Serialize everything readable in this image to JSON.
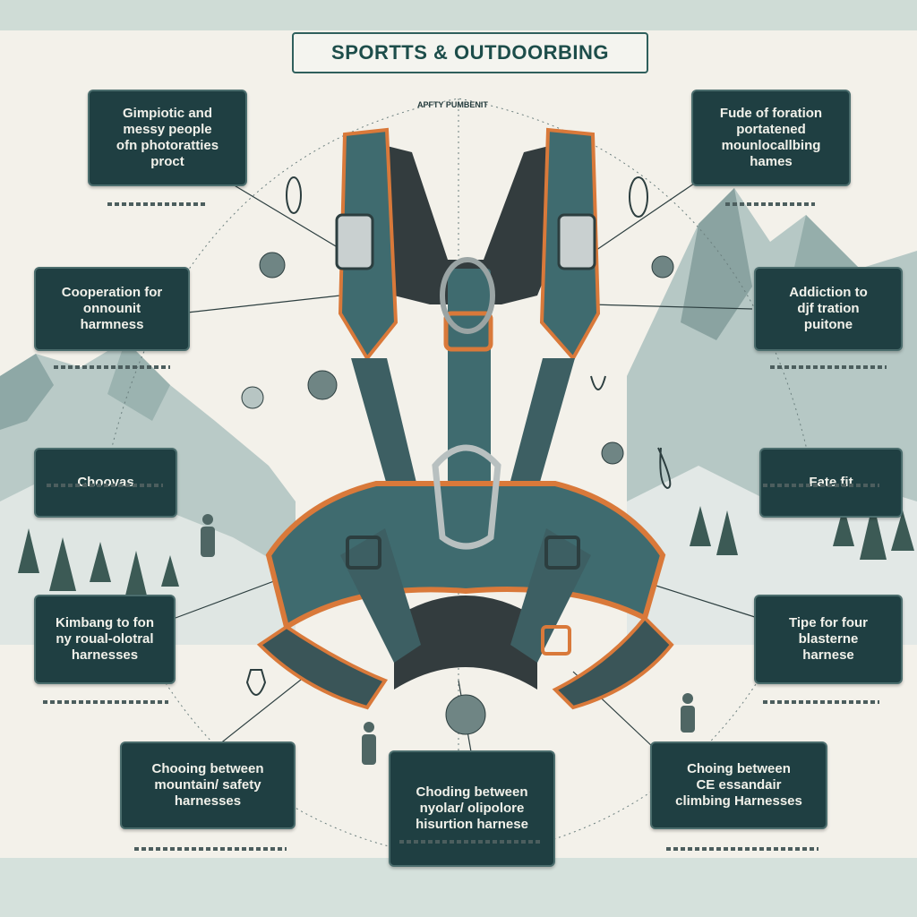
{
  "title": "SPORTTS & OUTDOORBING",
  "subtitle": "APFTY  PUMBENIT",
  "cards": {
    "top_left": "Gimpiotic and\nmessy people\nofn photoratties\nproct",
    "top_right": "Fude of foration\nportatened\nmounlocallbing\nhames",
    "mid_left_1": "Cooperation for\nonnounit\nharmness",
    "mid_right_1": "Addiction to\ndjf tration\npuitone",
    "mid_left_2": "Choovas",
    "mid_right_2": "Fate fit",
    "lower_left": "Kimbang to fon\nny roual-olotral\nharnesses",
    "lower_right": "Tipe for four\nblasterne\nharnese",
    "bottom_left": "Chooing between\nmountain/ safety\nharnesses",
    "bottom_center": "Choding between\nnyolar/ olipolore\nhisurtion harnese",
    "bottom_right": "Choing between\nCE essandair\nclimbing Harnesses"
  },
  "colors": {
    "card_bg": "#1f3f42",
    "strap_teal": "#3f6b6f",
    "strap_orange": "#d9793a",
    "mountain": "#8ea8a6",
    "accent_title": "#1d4d4a"
  },
  "icons": [
    "harness-illustration",
    "carabiner-icon",
    "belay-device-icon",
    "climber-figure-icon",
    "mountain-range-illustration",
    "pine-tree-icon"
  ]
}
